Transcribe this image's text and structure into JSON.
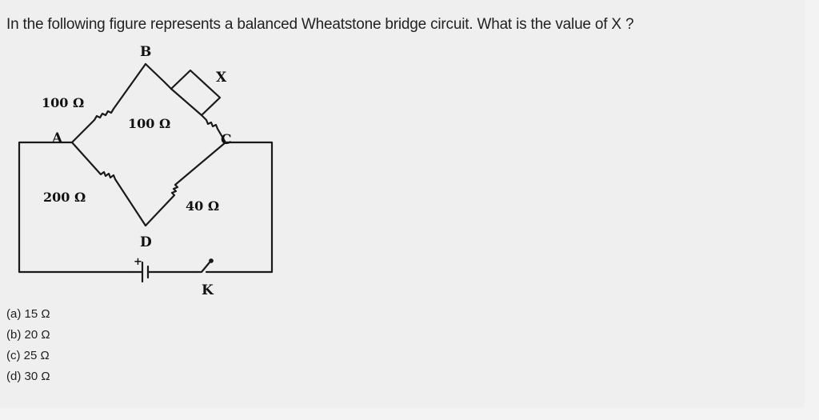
{
  "question": "In the following figure represents a balanced Wheatstone bridge circuit. What is the value of X ?",
  "diagram": {
    "nodes": {
      "A": "A",
      "B": "B",
      "C": "C",
      "D": "D",
      "K": "K"
    },
    "resistors": {
      "ab": "100 Ω",
      "bc_series": "100 Ω",
      "x": "X",
      "ad": "200 Ω",
      "dc": "40 Ω"
    },
    "battery_plus": "+"
  },
  "options": [
    {
      "label": "(a) 15 Ω"
    },
    {
      "label": "(b) 20 Ω"
    },
    {
      "label": "(c) 25 Ω"
    },
    {
      "label": "(d) 30 Ω"
    }
  ]
}
